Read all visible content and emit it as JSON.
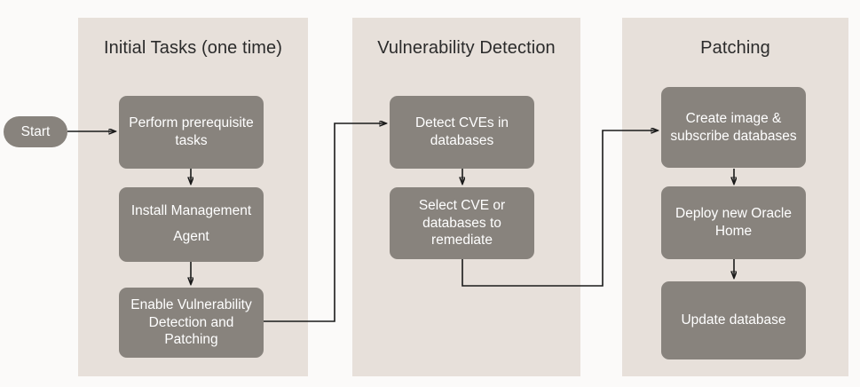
{
  "diagram": {
    "title_visible": false,
    "background_color": "#FBFAF9",
    "panel_color": "#E7E0DA",
    "node_color": "#88837D",
    "node_text_color": "#FFFFFF",
    "connector_color": "#1A1A1A"
  },
  "start_node": {
    "label": "Start"
  },
  "panels": [
    {
      "id": "initial-tasks",
      "title": "Initial Tasks (one time)",
      "nodes": [
        {
          "id": "perform-prerequisite-tasks",
          "label": "Perform prerequisite tasks"
        },
        {
          "id": "install-management-agent",
          "label": "Install Management Agent"
        },
        {
          "id": "enable-vulnerability-detection-and-patching",
          "label": "Enable Vulnerability Detection and Patching"
        }
      ]
    },
    {
      "id": "vulnerability-detection",
      "title": "Vulnerability Detection",
      "nodes": [
        {
          "id": "detect-cves-in-databases",
          "label": "Detect CVEs in databases"
        },
        {
          "id": "select-cve-or-databases-to-remediate",
          "label": "Select CVE or databases to remediate"
        }
      ]
    },
    {
      "id": "patching",
      "title": "Patching",
      "nodes": [
        {
          "id": "create-image-and-subscribe-databases",
          "label": "Create image  & subscribe databases"
        },
        {
          "id": "deploy-new-oracle-home",
          "label": "Deploy new Oracle Home"
        },
        {
          "id": "update-database",
          "label": "Update database"
        }
      ]
    }
  ],
  "connectors": [
    {
      "id": "start-to-perform-prerequisite-tasks",
      "from": "Start",
      "to": "Perform prerequisite tasks"
    },
    {
      "id": "perform-prerequisite-tasks-to-install-management-agent",
      "from": "Perform prerequisite tasks",
      "to": "Install Management Agent"
    },
    {
      "id": "install-management-agent-to-enable-vulnerability-detection",
      "from": "Install Management Agent",
      "to": "Enable Vulnerability Detection and Patching"
    },
    {
      "id": "enable-vulnerability-detection-to-detect-cves",
      "from": "Enable Vulnerability Detection and Patching",
      "to": "Detect CVEs in databases"
    },
    {
      "id": "detect-cves-to-select-cve",
      "from": "Detect CVEs in databases",
      "to": "Select CVE or databases to remediate"
    },
    {
      "id": "select-cve-to-create-image",
      "from": "Select CVE or databases to remediate",
      "to": "Create image  & subscribe databases"
    },
    {
      "id": "create-image-to-deploy-new-oracle-home",
      "from": "Create image  & subscribe databases",
      "to": "Deploy new Oracle Home"
    },
    {
      "id": "deploy-new-oracle-home-to-update-database",
      "from": "Deploy new Oracle Home",
      "to": "Update database"
    }
  ]
}
